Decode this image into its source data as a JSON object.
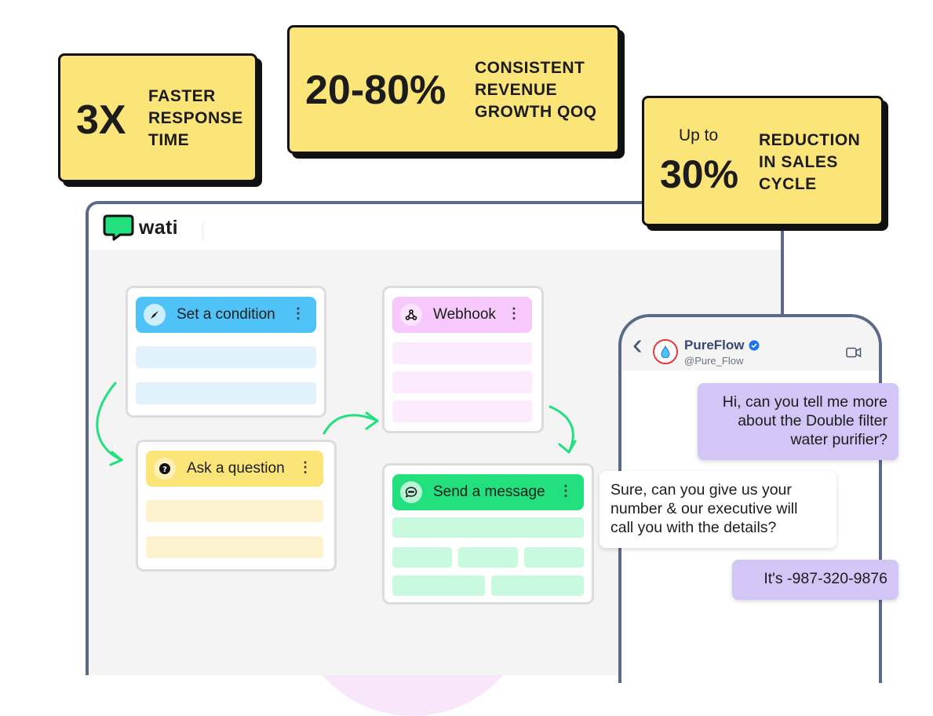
{
  "stats": [
    {
      "value": "3X",
      "description": [
        "FASTER",
        "RESPONSE",
        "TIME"
      ]
    },
    {
      "value": "20-80%",
      "description": [
        "CONSISTENT",
        "REVENUE",
        "GROWTH QOQ"
      ]
    },
    {
      "prefix": "Up to",
      "value": "30%",
      "description": [
        "REDUCTION",
        "IN SALES",
        "CYCLE"
      ]
    }
  ],
  "app": {
    "logo_text": "wati"
  },
  "flow": {
    "nodes": [
      {
        "label": "Set a condition",
        "icon": "compass-icon",
        "color": "#4fc3f7"
      },
      {
        "label": "Ask a question",
        "icon": "question-icon",
        "color": "#fbe478"
      },
      {
        "label": "Webhook",
        "icon": "webhook-icon",
        "color": "#f6c8fb"
      },
      {
        "label": "Send a message",
        "icon": "message-icon",
        "color": "#22e07e"
      }
    ],
    "menu_glyph": "⋮"
  },
  "chat": {
    "back_glyph": "‹",
    "contact_name": "PureFlow",
    "contact_handle": "@Pure_Flow",
    "messages": [
      {
        "direction": "out",
        "lines": [
          "Hi, can you tell me more",
          "about the Double filter",
          "water purifier?"
        ]
      },
      {
        "direction": "in",
        "lines": [
          "Sure, can you give us your",
          "number & our executive will",
          "call you with the details?"
        ]
      },
      {
        "direction": "out",
        "lines": [
          "It's -987-320-9876"
        ]
      }
    ]
  },
  "colors": {
    "accent_green": "#22e07e",
    "stat_yellow": "#fbe478",
    "outgoing_bubble": "#d3c5f5",
    "verified_blue": "#1a73e8"
  }
}
